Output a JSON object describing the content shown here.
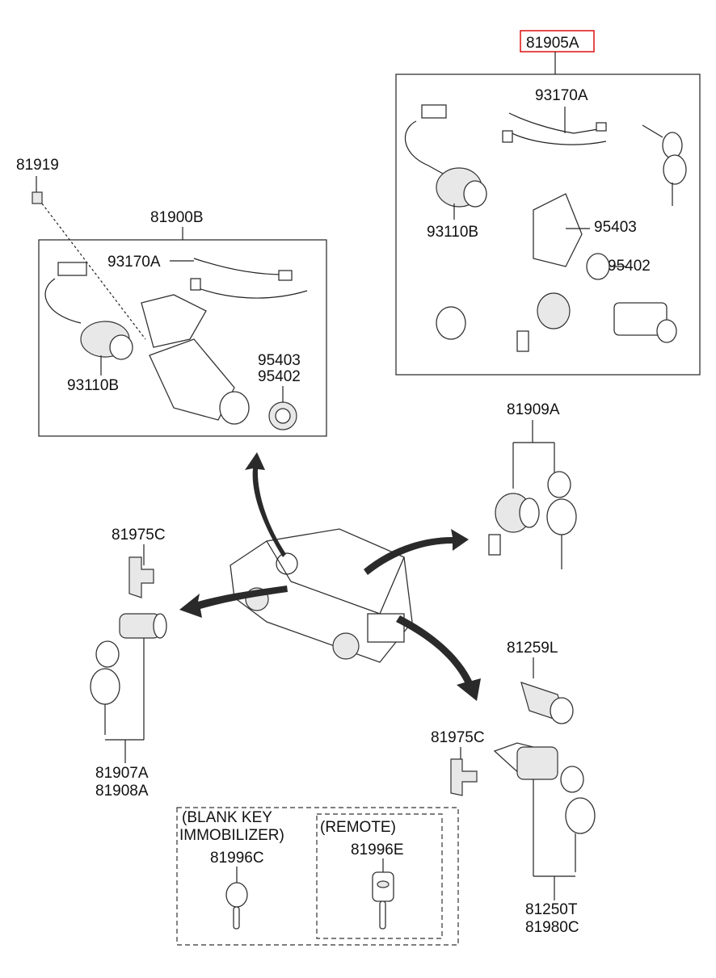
{
  "highlight_color": "#e02020",
  "parts": {
    "assembly_highlighted": "81905A",
    "right_box": {
      "wire": "93170A",
      "coil": "93110B",
      "p1": "95403",
      "p2": "95402"
    },
    "screw": "81919",
    "left_assembly": "81900B",
    "left_box": {
      "wire": "93170A",
      "coil": "93110B",
      "p1": "95403",
      "p2": "95402"
    },
    "rear_lock": "81909A",
    "clip_left": "81975C",
    "door_lock_a": "81907A",
    "door_lock_b": "81908A",
    "cap": "81259L",
    "clip_right": "81975C",
    "tail_lock_a": "81250T",
    "tail_lock_b": "81980C"
  },
  "keys": {
    "blank_line1": "(BLANK KEY",
    "blank_line2": "IMMOBILIZER)",
    "blank_part": "81996C",
    "remote_title": "(REMOTE)",
    "remote_part": "81996E"
  }
}
